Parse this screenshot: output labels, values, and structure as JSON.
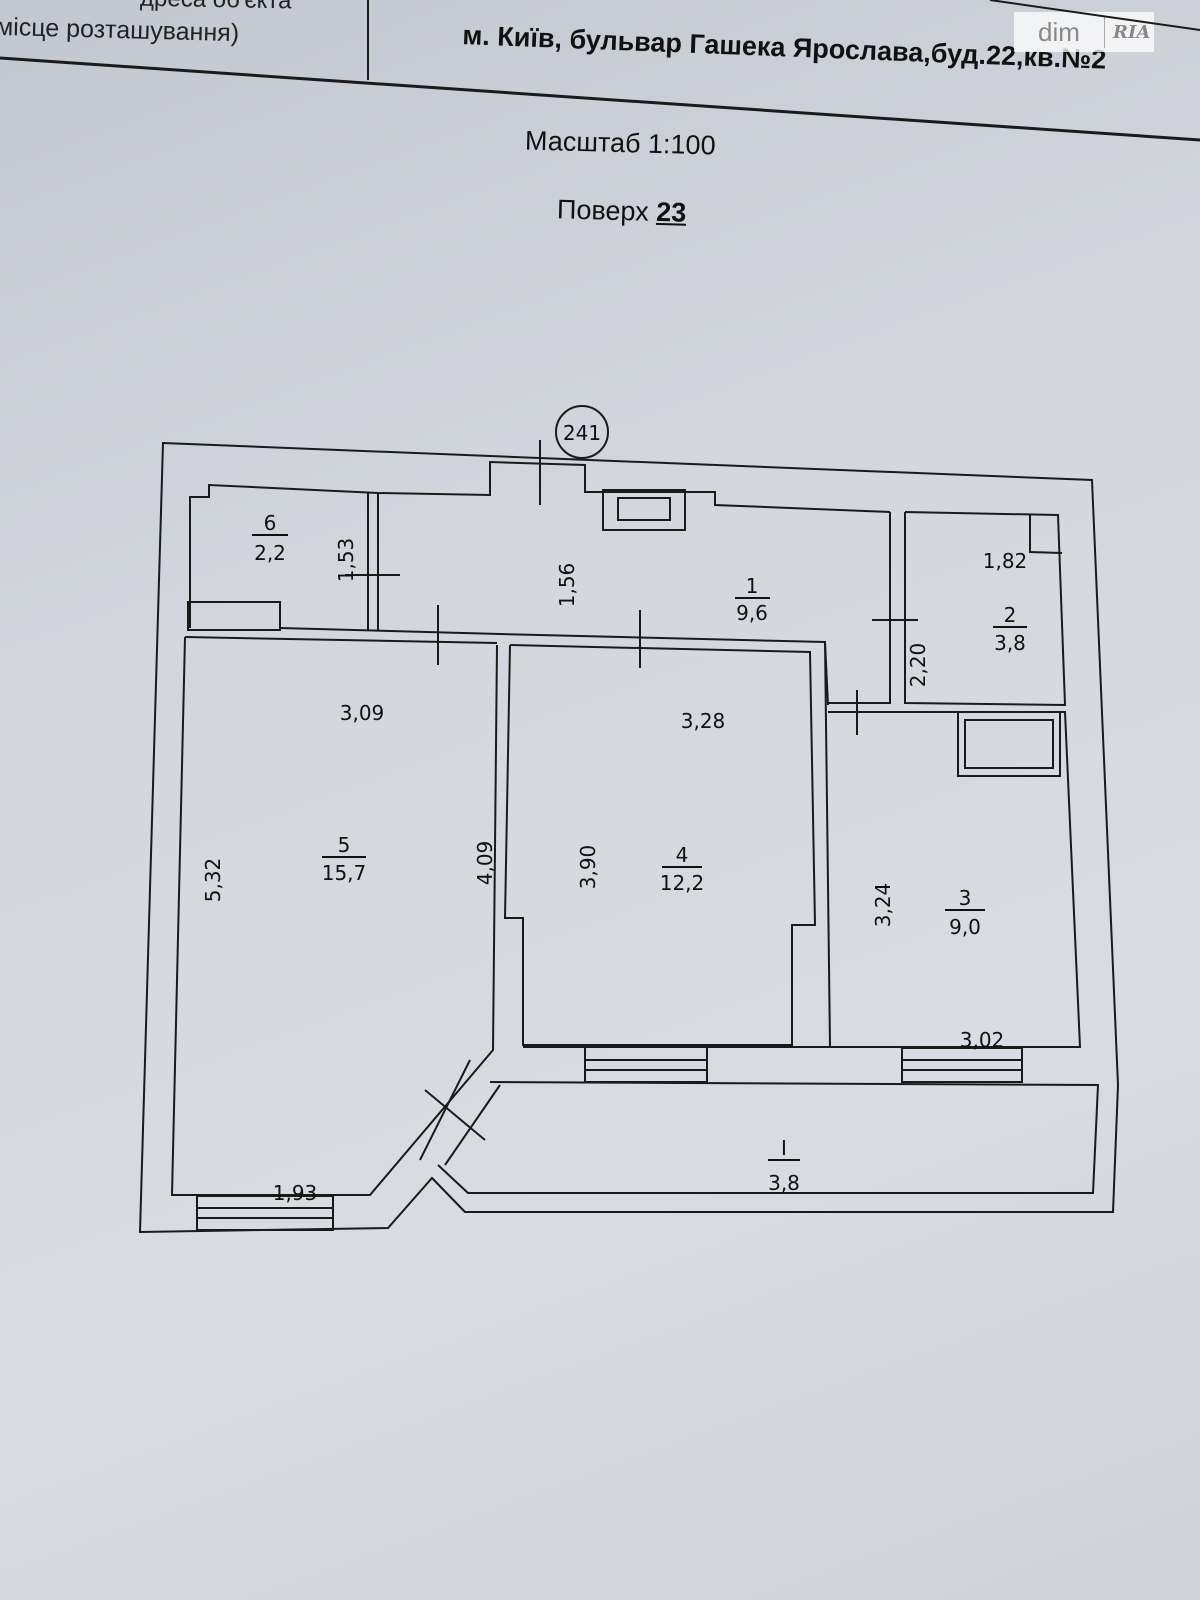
{
  "header": {
    "top_cut_label": "дреса об'єкта",
    "left_label": "місце розташування)",
    "address": "м. Київ, бульвар Гашека Ярослава,буд.22,кв.№2"
  },
  "scale_label": "Масштаб 1:100",
  "floor": {
    "label": "Поверх",
    "number": "23"
  },
  "axis_marker": "241",
  "watermark": {
    "left": "dim",
    "right": "RIA"
  },
  "rooms": [
    {
      "number": "1",
      "area": "9,6"
    },
    {
      "number": "2",
      "area": "3,8"
    },
    {
      "number": "3",
      "area": "9,0"
    },
    {
      "number": "4",
      "area": "12,2"
    },
    {
      "number": "5",
      "area": "15,7"
    },
    {
      "number": "6",
      "area": "2,2"
    },
    {
      "number": "I",
      "area": "3,8"
    }
  ],
  "dimensions": {
    "room6_height": "1,53",
    "corridor_height": "1,56",
    "room2_width": "1,82",
    "room2_height": "2,20",
    "room5_width": "3,09",
    "room5_height": "5,32",
    "room5_right": "4,09",
    "room5_bottom": "1,93",
    "room4_width": "3,28",
    "room4_height": "3,90",
    "room3_height": "3,24",
    "room3_width": "3,02"
  }
}
